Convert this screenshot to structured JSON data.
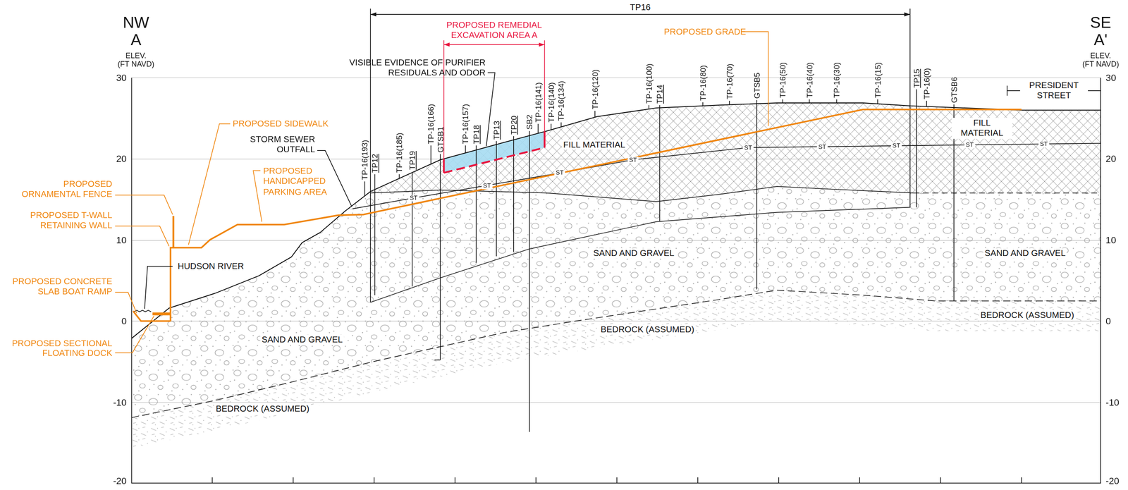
{
  "diagram": {
    "labels": [
      "NW",
      "A",
      "ELEV.",
      "(FT NAVD)",
      "SE",
      "A'",
      "ELEV.",
      "(FT NAVD)",
      "30",
      "20",
      "10",
      "0",
      "-10",
      "-20",
      "30",
      "20",
      "10",
      "0",
      "-10",
      "-20",
      "TP16",
      "PROPOSED REMEDIAL EXCAVATION AREA A",
      "PROPOSED GRADE",
      "VISIBLE EVIDENCE OF PURIFIER RESIDUALS AND ODOR",
      "PRESIDENT STREET",
      "PROPOSED SIDEWALK",
      "STORM SEWER OUTFALL",
      "PROPOSED HANDICAPPED PARKING AREA",
      "PROPOSED ORNAMENTAL FENCE",
      "PROPOSED T-WALL RETAINING WALL",
      "HUDSON RIVER",
      "PROPOSED CONCRETE SLAB BOAT RAMP",
      "PROPOSED SECTIONAL FLOATING DOCK",
      "FILL MATERIAL",
      "FILL MATERIAL",
      "SAND AND GRAVEL",
      "SAND AND GRAVEL",
      "SAND AND GRAVEL",
      "BEDROCK (ASSUMED)",
      "BEDROCK (ASSUMED)",
      "BEDROCK (ASSUMED)",
      "TP-16(193)",
      "TP12",
      "TP-16(185)",
      "TP19",
      "TP-16(166)",
      "GTSB1",
      "TP-16(157)",
      "TP18",
      "TP13",
      "TP20",
      "SB2",
      "TP-16(141)",
      "TP-16(140)",
      "TP-16(134)",
      "TP-16(120)",
      "TP-16(100)",
      "TP14",
      "TP-16(80)",
      "TP-16(70)",
      "GTSB5",
      "TP-16(50)",
      "TP-16(40)",
      "TP-16(30)",
      "TP-16(15)",
      "TP15",
      "TP-16(0)",
      "GTSB6",
      "ST",
      "ST",
      "ST",
      "ST",
      "ST",
      "ST",
      "ST",
      "ST",
      "ST"
    ]
  }
}
